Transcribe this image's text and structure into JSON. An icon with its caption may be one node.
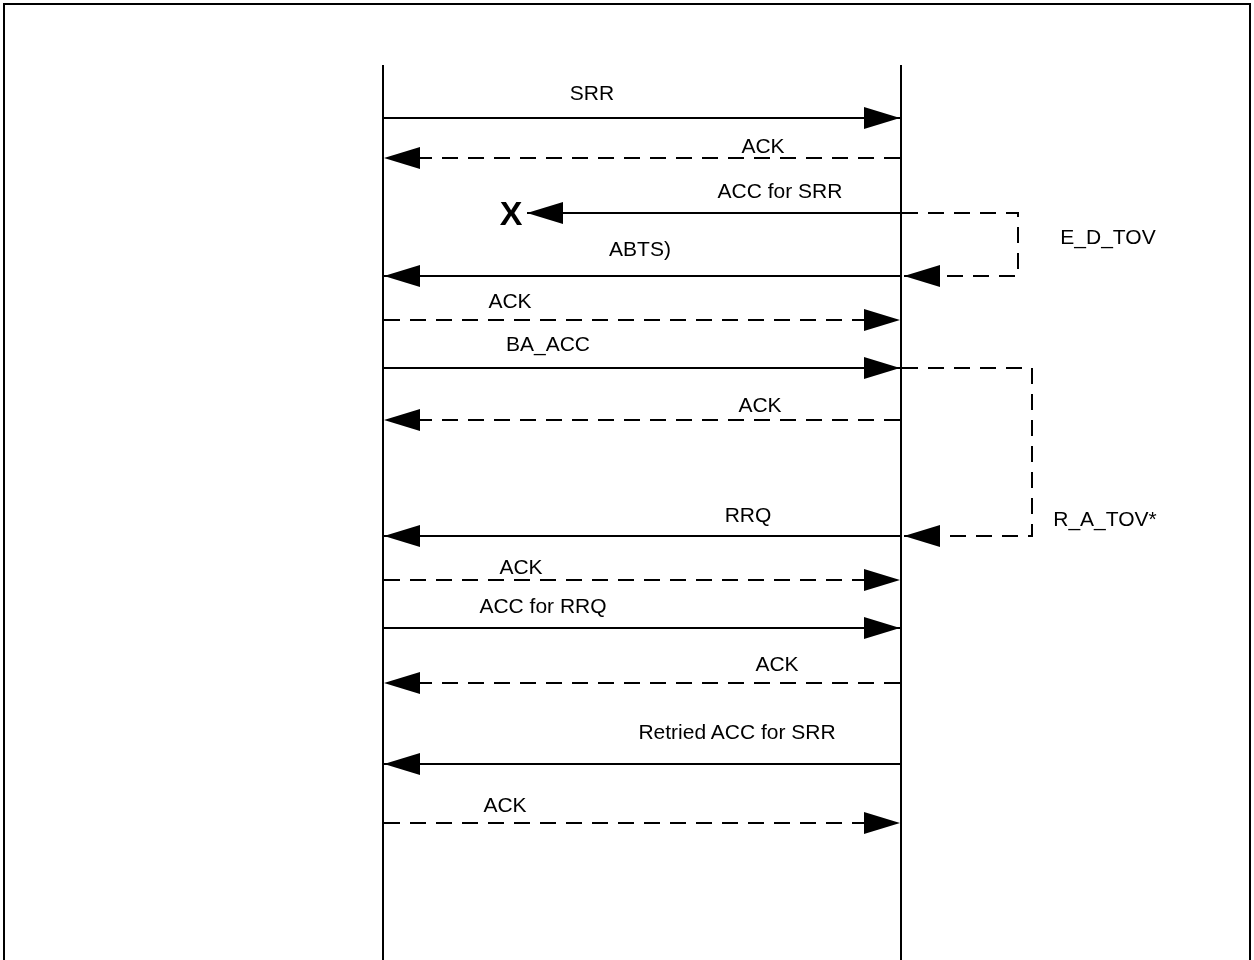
{
  "diagram": {
    "nodes": [
      {
        "text": [],
        "shape": "bar"
      },
      {
        "text": [],
        "shape": "bar"
      },
      {
        "text": [
          "X"
        ]
      }
    ],
    "edges": [
      {
        "from": 0,
        "to": 1,
        "arrow": "to",
        "label": "SRR"
      },
      {
        "from": 1,
        "to": 0,
        "arrow": "to",
        "label": "ACK",
        "style": "dashed"
      },
      {
        "from": 1,
        "to": 2,
        "arrow": "to",
        "label": "ACC for SRR"
      },
      {
        "from": 1,
        "to": 1,
        "arrow": "to",
        "label": "E_D_TOV",
        "style": "dashed"
      },
      {
        "from": 1,
        "to": 0,
        "arrow": "to",
        "label": "ABTS)"
      },
      {
        "from": 0,
        "to": 1,
        "arrow": "to",
        "label": "ACK",
        "style": "dashed"
      },
      {
        "from": 0,
        "to": 1,
        "arrow": "to",
        "label": "BA_ACC"
      },
      {
        "from": 1,
        "to": 1,
        "arrow": "to",
        "label": "R_A_TOV*",
        "style": "dashed"
      },
      {
        "from": 1,
        "to": 0,
        "arrow": "to",
        "label": "ACK",
        "style": "dashed"
      },
      {
        "from": 1,
        "to": 0,
        "arrow": "to",
        "label": "RRQ"
      },
      {
        "from": 0,
        "to": 1,
        "arrow": "to",
        "label": "ACK",
        "style": "dashed"
      },
      {
        "from": 0,
        "to": 1,
        "arrow": "to",
        "label": "ACC for RRQ"
      },
      {
        "from": 1,
        "to": 0,
        "arrow": "to",
        "label": "ACK",
        "style": "dashed"
      },
      {
        "from": 1,
        "to": 0,
        "arrow": "to",
        "label": "Retried ACC for SRR"
      },
      {
        "from": 0,
        "to": 1,
        "arrow": "to",
        "label": "ACK",
        "style": "dashed"
      }
    ]
  }
}
